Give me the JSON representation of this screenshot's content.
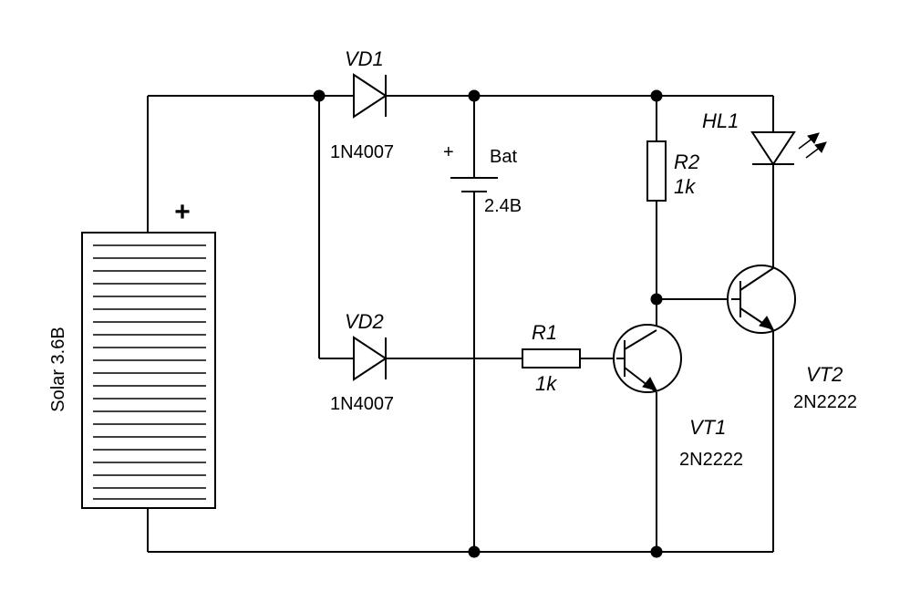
{
  "diagram": {
    "solar": {
      "name": "Solar 3.6B",
      "plus": "+"
    },
    "vd1": {
      "ref": "VD1",
      "value": "1N4007"
    },
    "vd2": {
      "ref": "VD2",
      "value": "1N4007"
    },
    "bat": {
      "name": "Bat",
      "value": "2.4B",
      "plus": "+"
    },
    "r1": {
      "ref": "R1",
      "value": "1k"
    },
    "r2": {
      "ref": "R2",
      "value": "1k"
    },
    "hl1": {
      "ref": "HL1"
    },
    "vt1": {
      "ref": "VT1",
      "value": "2N2222"
    },
    "vt2": {
      "ref": "VT2",
      "value": "2N2222"
    }
  }
}
